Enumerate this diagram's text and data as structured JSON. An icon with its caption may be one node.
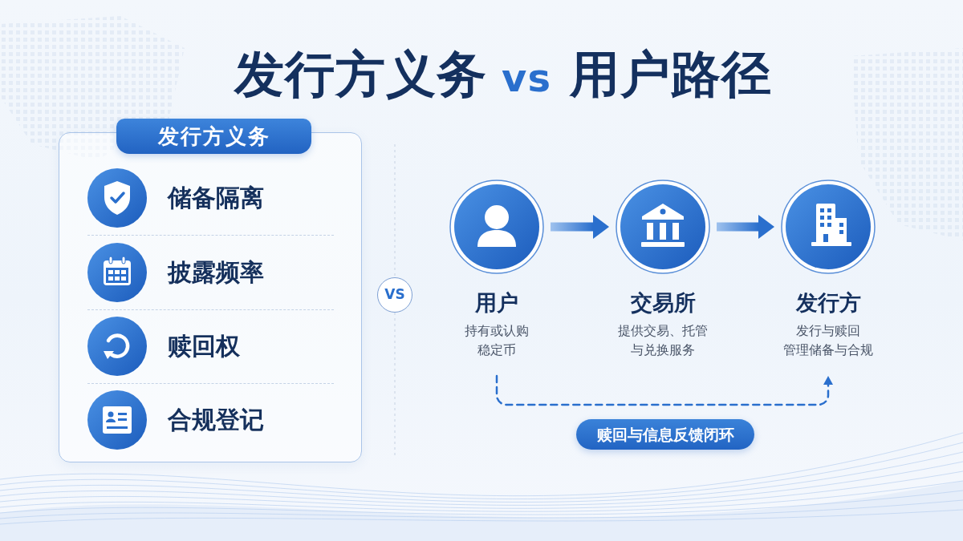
{
  "diagram": {
    "title": "发行方义务 vs 用户路径",
    "nodes": [
      {
        "text": [],
        "shape": "box"
      },
      {
        "text": [
          "发行方义务"
        ]
      },
      {
        "text": [
          "储备隔离"
        ],
        "in": 0
      },
      {
        "text": [
          "披露频率"
        ],
        "in": 0
      },
      {
        "text": [
          "赎回权"
        ],
        "in": 0
      },
      {
        "text": [
          "合规登记"
        ],
        "in": 0
      },
      {
        "text": [
          "VS"
        ]
      },
      {
        "text": [
          "用户",
          "持有或认购稳定币"
        ]
      },
      {
        "text": [
          "交易所",
          "提供交易、托管与兑换服务"
        ]
      },
      {
        "text": [
          "发行方",
          "发行与赎回",
          "管理储备与合规"
        ]
      },
      {
        "text": [
          "赎回与信息反馈闭环"
        ]
      }
    ],
    "edges": [
      {
        "from": 7,
        "to": 8,
        "arrow": "to",
        "style": "thick"
      },
      {
        "from": 8,
        "to": 9,
        "arrow": "to",
        "style": "thick"
      },
      {
        "from": 7,
        "to": 9,
        "arrow": "to",
        "style": "dashed"
      }
    ]
  }
}
